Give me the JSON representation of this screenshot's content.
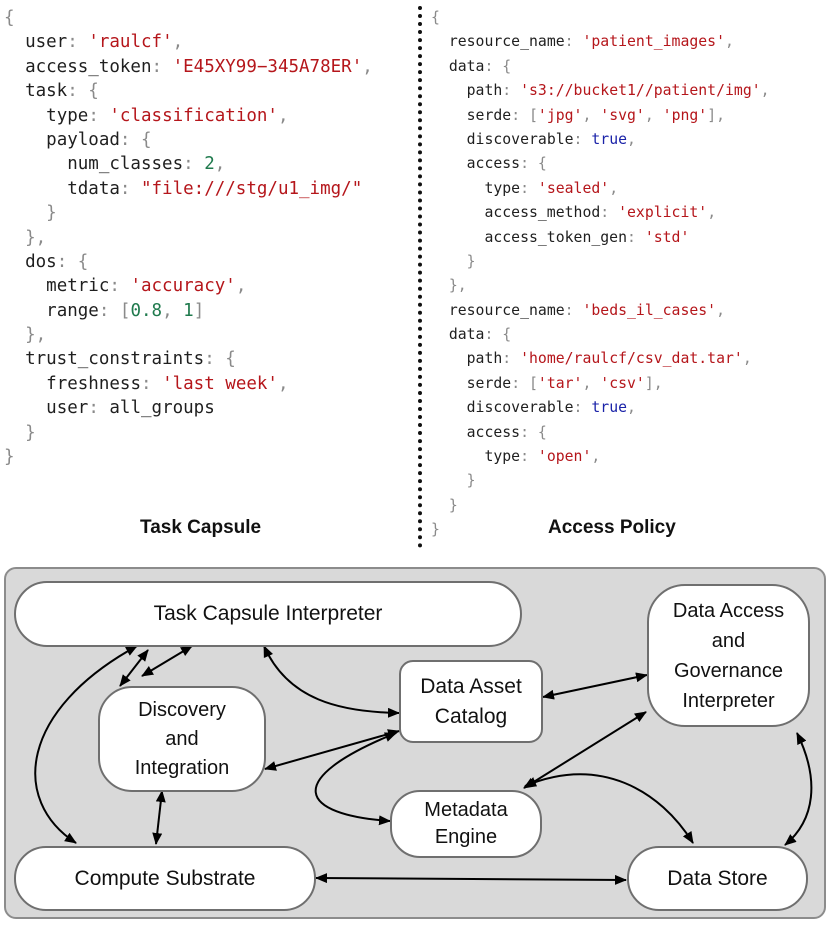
{
  "task_capsule": {
    "caption": "Task Capsule",
    "lines": [
      [
        [
          "p",
          "{"
        ]
      ],
      [
        [
          "p",
          "  "
        ],
        [
          "k",
          "user"
        ],
        [
          "p",
          ": "
        ],
        [
          "s",
          "'raulcf'"
        ],
        [
          "p",
          ","
        ]
      ],
      [
        [
          "p",
          "  "
        ],
        [
          "k",
          "access_token"
        ],
        [
          "p",
          ": "
        ],
        [
          "s",
          "'E45XY99−345A78ER'"
        ],
        [
          "p",
          ","
        ]
      ],
      [
        [
          "p",
          "  "
        ],
        [
          "k",
          "task"
        ],
        [
          "p",
          ": {"
        ]
      ],
      [
        [
          "p",
          "    "
        ],
        [
          "k",
          "type"
        ],
        [
          "p",
          ": "
        ],
        [
          "s",
          "'classification'"
        ],
        [
          "p",
          ","
        ]
      ],
      [
        [
          "p",
          "    "
        ],
        [
          "k",
          "payload"
        ],
        [
          "p",
          ": {"
        ]
      ],
      [
        [
          "p",
          "      "
        ],
        [
          "k",
          "num_classes"
        ],
        [
          "p",
          ": "
        ],
        [
          "n",
          "2"
        ],
        [
          "p",
          ","
        ]
      ],
      [
        [
          "p",
          "      "
        ],
        [
          "k",
          "tdata"
        ],
        [
          "p",
          ": "
        ],
        [
          "s",
          "\"file:///stg/u1_img/\""
        ]
      ],
      [
        [
          "p",
          "    }"
        ]
      ],
      [
        [
          "p",
          "  },"
        ]
      ],
      [
        [
          "p",
          "  "
        ],
        [
          "k",
          "dos"
        ],
        [
          "p",
          ": {"
        ]
      ],
      [
        [
          "p",
          "    "
        ],
        [
          "k",
          "metric"
        ],
        [
          "p",
          ": "
        ],
        [
          "s",
          "'accuracy'"
        ],
        [
          "p",
          ","
        ]
      ],
      [
        [
          "p",
          "    "
        ],
        [
          "k",
          "range"
        ],
        [
          "p",
          ": ["
        ],
        [
          "n",
          "0.8"
        ],
        [
          "p",
          ", "
        ],
        [
          "n",
          "1"
        ],
        [
          "p",
          "]"
        ]
      ],
      [
        [
          "p",
          "  },"
        ]
      ],
      [
        [
          "p",
          "  "
        ],
        [
          "k",
          "trust_constraints"
        ],
        [
          "p",
          ": {"
        ]
      ],
      [
        [
          "p",
          "    "
        ],
        [
          "k",
          "freshness"
        ],
        [
          "p",
          ": "
        ],
        [
          "s",
          "'last week'"
        ],
        [
          "p",
          ","
        ]
      ],
      [
        [
          "p",
          "    "
        ],
        [
          "k",
          "user"
        ],
        [
          "p",
          ": "
        ],
        [
          "t",
          "all_groups"
        ]
      ],
      [
        [
          "p",
          "  }"
        ]
      ],
      [
        [
          "p",
          "}"
        ]
      ]
    ]
  },
  "access_policy": {
    "caption": "Access Policy",
    "lines": [
      [
        [
          "p",
          "{"
        ]
      ],
      [
        [
          "p",
          "  "
        ],
        [
          "k",
          "resource_name"
        ],
        [
          "p",
          ": "
        ],
        [
          "s",
          "'patient_images'"
        ],
        [
          "p",
          ","
        ]
      ],
      [
        [
          "p",
          "  "
        ],
        [
          "k",
          "data"
        ],
        [
          "p",
          ": {"
        ]
      ],
      [
        [
          "p",
          "    "
        ],
        [
          "k",
          "path"
        ],
        [
          "p",
          ": "
        ],
        [
          "s",
          "'s3://bucket1//patient/img'"
        ],
        [
          "p",
          ","
        ]
      ],
      [
        [
          "p",
          "    "
        ],
        [
          "k",
          "serde"
        ],
        [
          "p",
          ": ["
        ],
        [
          "s",
          "'jpg'"
        ],
        [
          "p",
          ", "
        ],
        [
          "s",
          "'svg'"
        ],
        [
          "p",
          ", "
        ],
        [
          "s",
          "'png'"
        ],
        [
          "p",
          "],"
        ]
      ],
      [
        [
          "p",
          "    "
        ],
        [
          "k",
          "discoverable"
        ],
        [
          "p",
          ": "
        ],
        [
          "b",
          "true"
        ],
        [
          "p",
          ","
        ]
      ],
      [
        [
          "p",
          "    "
        ],
        [
          "k",
          "access"
        ],
        [
          "p",
          ": {"
        ]
      ],
      [
        [
          "p",
          "      "
        ],
        [
          "k",
          "type"
        ],
        [
          "p",
          ": "
        ],
        [
          "s",
          "'sealed'"
        ],
        [
          "p",
          ","
        ]
      ],
      [
        [
          "p",
          "      "
        ],
        [
          "k",
          "access_method"
        ],
        [
          "p",
          ": "
        ],
        [
          "s",
          "'explicit'"
        ],
        [
          "p",
          ","
        ]
      ],
      [
        [
          "p",
          "      "
        ],
        [
          "k",
          "access_token_gen"
        ],
        [
          "p",
          ": "
        ],
        [
          "s",
          "'std'"
        ]
      ],
      [
        [
          "p",
          "    }"
        ]
      ],
      [
        [
          "p",
          "  },"
        ]
      ],
      [
        [
          "p",
          "  "
        ],
        [
          "k",
          "resource_name"
        ],
        [
          "p",
          ": "
        ],
        [
          "s",
          "'beds_il_cases'"
        ],
        [
          "p",
          ","
        ]
      ],
      [
        [
          "p",
          "  "
        ],
        [
          "k",
          "data"
        ],
        [
          "p",
          ": {"
        ]
      ],
      [
        [
          "p",
          "    "
        ],
        [
          "k",
          "path"
        ],
        [
          "p",
          ": "
        ],
        [
          "s",
          "'home/raulcf/csv_dat.tar'"
        ],
        [
          "p",
          ","
        ]
      ],
      [
        [
          "p",
          "    "
        ],
        [
          "k",
          "serde"
        ],
        [
          "p",
          ": ["
        ],
        [
          "s",
          "'tar'"
        ],
        [
          "p",
          ", "
        ],
        [
          "s",
          "'csv'"
        ],
        [
          "p",
          "],"
        ]
      ],
      [
        [
          "p",
          "    "
        ],
        [
          "k",
          "discoverable"
        ],
        [
          "p",
          ": "
        ],
        [
          "b",
          "true"
        ],
        [
          "p",
          ","
        ]
      ],
      [
        [
          "p",
          "    "
        ],
        [
          "k",
          "access"
        ],
        [
          "p",
          ": {"
        ]
      ],
      [
        [
          "p",
          "      "
        ],
        [
          "k",
          "type"
        ],
        [
          "p",
          ": "
        ],
        [
          "s",
          "'open'"
        ],
        [
          "p",
          ","
        ]
      ],
      [
        [
          "p",
          "    }"
        ]
      ],
      [
        [
          "p",
          "  }"
        ]
      ],
      [
        [
          "p",
          "}"
        ]
      ]
    ]
  },
  "diagram": {
    "nodes": {
      "task_capsule_interpreter": "Task Capsule Interpreter",
      "discovery_integration": "Discovery\nand\nIntegration",
      "data_asset_catalog": "Data Asset\nCatalog",
      "data_access_governance": "Data Access\nand\nGovernance\nInterpreter",
      "metadata_engine": "Metadata\nEngine",
      "compute_substrate": "Compute Substrate",
      "data_store": "Data Store"
    }
  },
  "colors": {
    "code_punctuation": "#8a8a8a",
    "code_key": "#1f1f1f",
    "code_string": "#b5161b",
    "code_number": "#1f7a4d",
    "code_boolean": "#1a22a8",
    "panel_background": "#d9d9d9",
    "node_border": "#6f6f6f"
  }
}
